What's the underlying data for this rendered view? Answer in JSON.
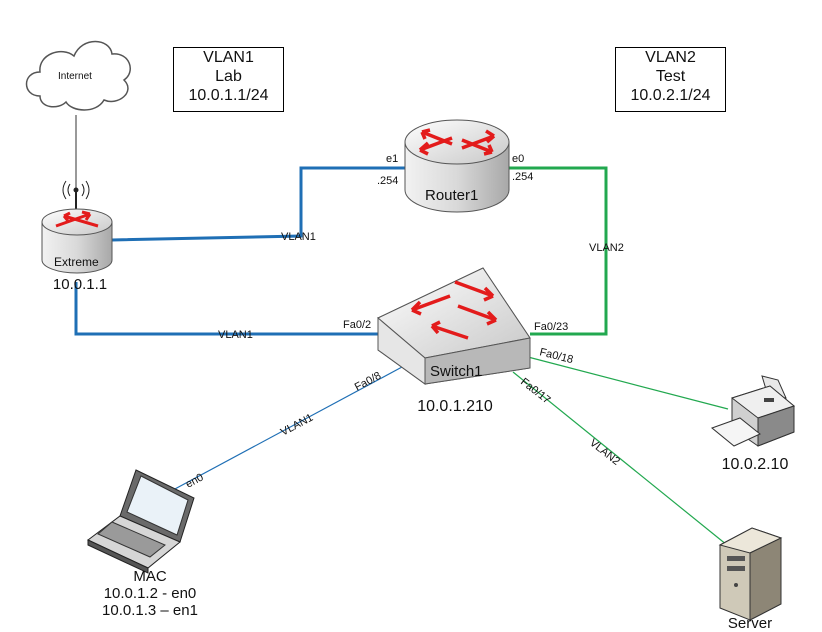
{
  "vlan_boxes": {
    "vlan1": {
      "name": "VLAN1",
      "desc": "Lab",
      "subnet": "10.0.1.1/24"
    },
    "vlan2": {
      "name": "VLAN2",
      "desc": "Test",
      "subnet": "10.0.2.1/24"
    }
  },
  "devices": {
    "internet": {
      "label": "Internet"
    },
    "extreme": {
      "label": "Extreme",
      "ip": "10.0.1.1"
    },
    "router": {
      "label": "Router1",
      "iface_left": "e1",
      "iface_right": "e0",
      "addr_left": ".254",
      "addr_right": ".254"
    },
    "switch": {
      "label": "Switch1",
      "ip": "10.0.1.210"
    },
    "printer": {
      "ip": "10.0.2.10"
    },
    "mac": {
      "label": "MAC",
      "line1": "10.0.1.2 - en0",
      "line2": "10.0.1.3 – en1"
    },
    "server": {
      "label": "Server"
    }
  },
  "links": {
    "router_extreme": "VLAN1",
    "extreme_switch": "VLAN1",
    "router_switch": "VLAN2",
    "switch_mac": "VLAN1",
    "switch_server": "VLAN2"
  },
  "ports": {
    "fa02": "Fa0/2",
    "fa023": "Fa0/23",
    "fa08": "Fa0/8",
    "fa018": "Fa0/18",
    "fa017": "Fa0/17",
    "en0": "en0"
  },
  "colors": {
    "vlan1": "#1f6fb5",
    "vlan2": "#22a84f",
    "arrow_red": "#e31b1b",
    "device_gray": "#cfcfcf"
  }
}
